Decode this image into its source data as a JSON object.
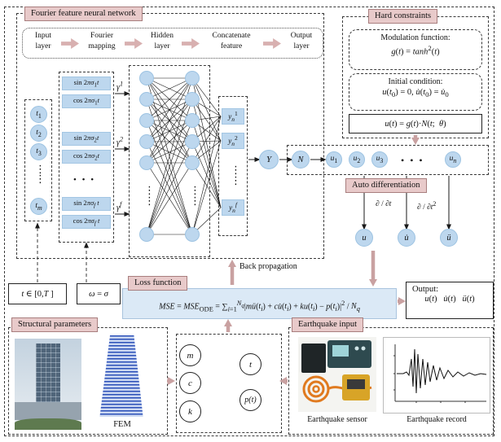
{
  "colors": {
    "header_bg": "#e8caca",
    "header_border": "#a87e7e",
    "node_blue": "#bdd7ee",
    "arrow_pink": "#c9a1a1",
    "formula_box_bg": "#dbe9f6"
  },
  "ui": {
    "vdots": "⋮",
    "hdots": "• • •"
  },
  "fourier": {
    "title": "Fourier feature neural network",
    "pipeline": [
      "Input layer",
      "Fourier mapping",
      "Hidden layer",
      "Concatenate feature",
      "Output layer"
    ],
    "inputs": [
      "<i>t</i><sub>1</sub>",
      "<i>t</i><sub>2</sub>",
      "<i>t</i><sub>3</sub>",
      "<i>t</i><sub><i>m</i></sub>"
    ],
    "maps": [
      "sin 2<i>πσ</i><sub>1</sub><i>t</i>",
      "cos 2<i>πσ</i><sub>1</sub><i>t</i>",
      "sin 2<i>πσ</i><sub>2</sub><i>t</i>",
      "cos 2<i>πσ</i><sub>2</sub><i>t</i>",
      "sin 2<i>πσ</i><sub><i>f</i></sub> <i>t</i>",
      "cos 2<i>πσ</i><sub><i>f</i></sub> <i>t</i>"
    ],
    "gammas": [
      "<i>γ</i><sup>1</sup>",
      "<i>γ</i><sup>2</sup>",
      "<i>γ</i><sup><i>f</i></sup>"
    ],
    "concat": [
      "<i>y</i><sub><i>n</i></sub><sup>1</sup>",
      "<i>y</i><sub><i>n</i></sub><sup>2</sup>",
      "<i>y</i><sub><i>n</i></sub><sup><i>f</i></sup>"
    ],
    "y_node": "Y",
    "n_node": "N",
    "u_nodes": [
      "<i>u</i><sub>1</sub>",
      "<i>u</i><sub>2</sub>",
      "<i>u</i><sub>3</sub>",
      "<i>u</i><sub><i>n</i></sub>"
    ]
  },
  "hard": {
    "title": "Hard constraints",
    "mod_label": "Modulation function:",
    "mod_formula": "<i>g</i>(<i>t</i>) = <i>tanh</i><sup>2</sup>(<i>t</i>)",
    "init_label": "Initial condition:",
    "init_formula": "<i>u</i>(<i>t</i><sub>0</sub>) = 0, <i>u̇</i>(<i>t</i><sub>0</sub>) = <i>u̇</i><sub>0</sub>",
    "combined_formula": "<i>u</i>(<i>t</i>) = <i>g</i>(<i>t</i>)·<i>N</i>(<i>t</i>;&nbsp; <i>θ</i>)"
  },
  "autodiff": {
    "title": "Auto differentiation",
    "op1": "∂ / ∂<i>t</i>",
    "op2": "∂ / ∂<i>t</i><sup>2</sup>",
    "out": [
      "<i>u</i>",
      "<i>u̇</i>",
      "<i>ü</i>"
    ]
  },
  "loss": {
    "title": "Loss function",
    "backprop": "Back propagation",
    "formula": "<i>MSE</i> = <i>MSE</i><sub>ODE</sub> = ∑<sub><i>i</i>=1</sub><sup><i>N<sub>q</sub></i></sup>|<i>mü</i>(<i>t<sub>i</sub></i>) + <i>cu̇</i>(<i>t<sub>i</sub></i>) + <i>ku</i>(<i>t<sub>i</sub></i>) − <i>p</i>(<i>t<sub>i</sub></i>)|<sup>2</sup> / <i>N<sub>q</sub></i>"
  },
  "params": {
    "t_domain": "<i>t</i> ∈ [0,<i>T</i> ]",
    "omega": "<i>ω</i> = <i>σ</i>"
  },
  "output": {
    "label": "Output:",
    "values": "<i>u</i>(<i>t</i>) &nbsp; <i>u̇</i>(<i>t</i>) &nbsp; <i>ü</i>(<i>t</i>)"
  },
  "structural": {
    "title": "Structural parameters",
    "fem_label": "FEM"
  },
  "system": {
    "m": "<i>m</i>",
    "c": "<i>c</i>",
    "k": "<i>k</i>",
    "t": "<i>t</i>",
    "p": "<i>p</i>(<i>t</i>)"
  },
  "earthquake": {
    "title": "Earthquake input",
    "sensor_label": "Earthquake sensor",
    "record_label": "Earthquake record"
  }
}
